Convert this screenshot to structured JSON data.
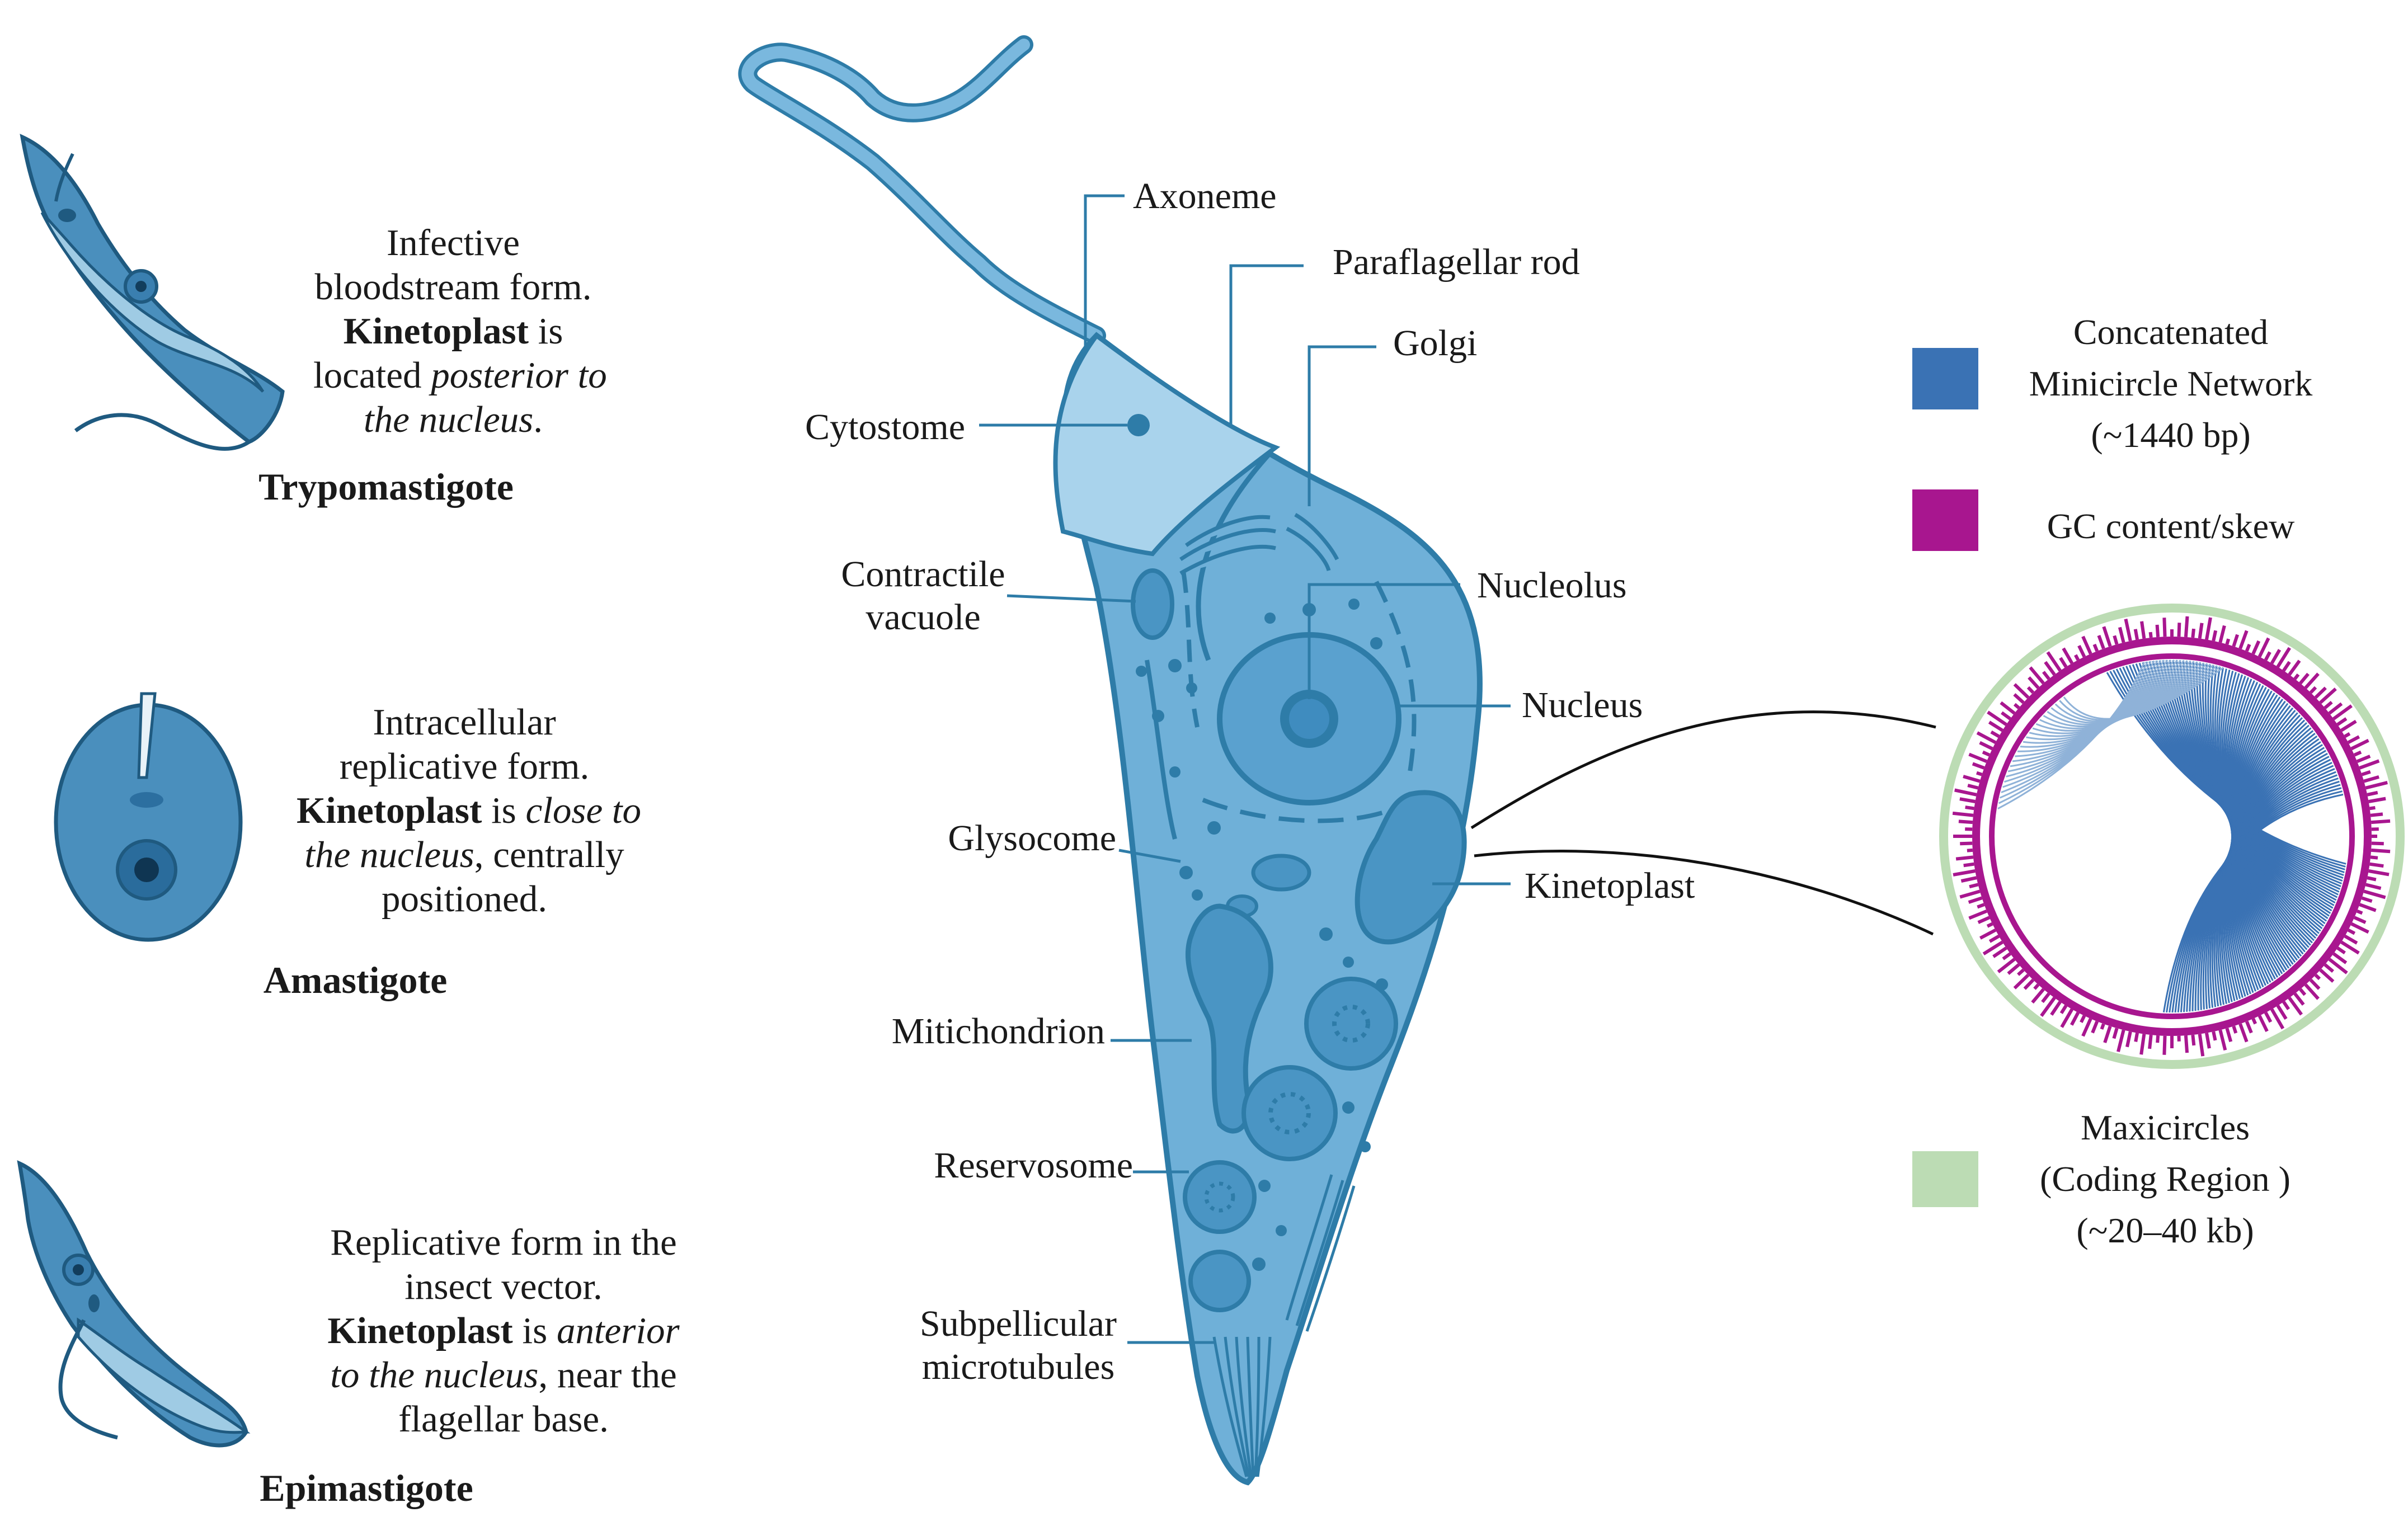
{
  "stages": [
    {
      "name": "Trypomastigote",
      "description": [
        [
          {
            "t": "Infective",
            "s": ""
          }
        ],
        [
          {
            "t": "bloodstream form.",
            "s": ""
          }
        ],
        [
          {
            "t": "Kinetoplast",
            "s": "b"
          },
          {
            "t": " is",
            "s": ""
          }
        ],
        [
          {
            "t": "located ",
            "s": ""
          },
          {
            "t": "posterior to",
            "s": "i"
          }
        ],
        [
          {
            "t": "the nucleus",
            "s": "i"
          },
          {
            "t": ".",
            "s": ""
          }
        ]
      ]
    },
    {
      "name": "Amastigote",
      "description": [
        [
          {
            "t": "Intracellular",
            "s": ""
          }
        ],
        [
          {
            "t": "replicative form.",
            "s": ""
          }
        ],
        [
          {
            "t": "Kinetoplast",
            "s": "b"
          },
          {
            "t": " is ",
            "s": ""
          },
          {
            "t": "close to",
            "s": "i"
          }
        ],
        [
          {
            "t": "the nucleus",
            "s": "i"
          },
          {
            "t": ", centrally",
            "s": ""
          }
        ],
        [
          {
            "t": "positioned.",
            "s": ""
          }
        ]
      ]
    },
    {
      "name": "Epimastigote",
      "description": [
        [
          {
            "t": "Replicative form in the",
            "s": ""
          }
        ],
        [
          {
            "t": "insect vector.",
            "s": ""
          }
        ],
        [
          {
            "t": "Kinetoplast",
            "s": "b"
          },
          {
            "t": " is ",
            "s": ""
          },
          {
            "t": "anterior",
            "s": "i"
          }
        ],
        [
          {
            "t": "to the nucleus",
            "s": "i"
          },
          {
            "t": ", near the",
            "s": ""
          }
        ],
        [
          {
            "t": "flagellar base.",
            "s": ""
          }
        ]
      ]
    }
  ],
  "structures": {
    "axoneme": "Axoneme",
    "paraflagellar_rod": "Paraflagellar rod",
    "golgi": "Golgi",
    "cytostome": "Cytostome",
    "contractile_vacuole": [
      "Contractile",
      "vacuole"
    ],
    "nucleolus": "Nucleolus",
    "nucleus": "Nucleus",
    "glysocome": "Glysocome",
    "kinetoplast": "Kinetoplast",
    "mitichondrion": "Mitichondrion",
    "reservosome": "Reservosome",
    "subpellicular_microtubules": [
      "Subpellicular",
      "microtubules"
    ]
  },
  "legend": {
    "minicircle": {
      "lines": [
        "Concatenated",
        "Minicircle Network",
        "(~1440 bp)"
      ],
      "color": "#3a72b4"
    },
    "gc": {
      "lines": [
        "GC content/skew"
      ],
      "color": "#a8168f"
    },
    "maxicircle": {
      "lines": [
        "Maxicircles",
        "(Coding Region )",
        "(~20–40 kb)"
      ],
      "color": "#bcdcb4"
    }
  },
  "colors": {
    "cell_fill": "#6fb0d8",
    "cell_light": "#a9d3ec",
    "cell_edge": "#2e7ca8",
    "organelle": "#4a95c4",
    "leader_line": "#2e7ca8",
    "stage_fill": "#4a8fbd",
    "stage_light": "#9fcbe4",
    "stage_edge": "#1f5a80"
  }
}
